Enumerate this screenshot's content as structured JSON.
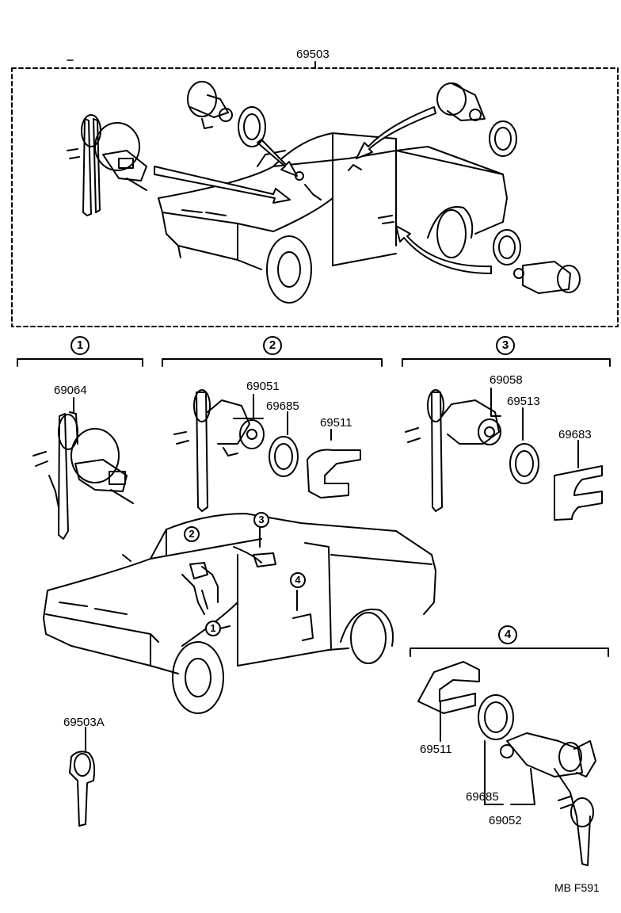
{
  "top_group": {
    "label": "69503"
  },
  "groups": [
    {
      "num": "1"
    },
    {
      "num": "2"
    },
    {
      "num": "3"
    },
    {
      "num": "4"
    }
  ],
  "parts": {
    "ignition_cyl": "69064",
    "left_door_cyl": "69051",
    "left_pad": "69685",
    "left_retainer": "69511",
    "right_door_cyl": "69058",
    "right_pad": "69513",
    "right_retainer": "69683",
    "master_key": "69503A",
    "rear_retainer": "69511",
    "rear_pad": "69685",
    "rear_cyl": "69052"
  },
  "car_callouts": {
    "c1": "1",
    "c2": "2",
    "c3": "3",
    "c4": "4"
  },
  "footer": {
    "code": "MB  F591"
  },
  "colors": {
    "line": "#000000",
    "paper": "#ffffff"
  }
}
